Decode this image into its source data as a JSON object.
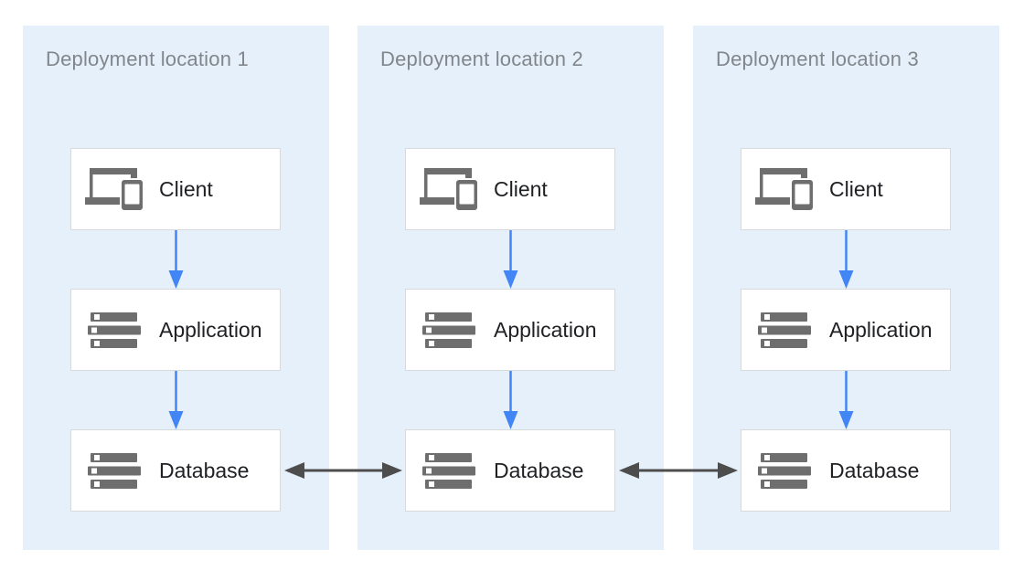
{
  "colors": {
    "page-bg": "#ffffff",
    "panel-bg": "#E6F0FA",
    "panel-title": "#80868B",
    "box-bg": "#ffffff",
    "box-border": "#D7D9DB",
    "node-label": "#202124",
    "icon-gray": "#6E6E6E",
    "arrow-blue": "#4285F4",
    "arrow-dark": "#4D4D4D"
  },
  "diagram": {
    "panels": [
      {
        "title": "Deployment location 1",
        "nodes": [
          {
            "label": "Client",
            "icon": "devices-icon"
          },
          {
            "label": "Application",
            "icon": "server-stack-icon"
          },
          {
            "label": "Database",
            "icon": "server-stack-icon"
          }
        ]
      },
      {
        "title": "Deployment location 2",
        "nodes": [
          {
            "label": "Client",
            "icon": "devices-icon"
          },
          {
            "label": "Application",
            "icon": "server-stack-icon"
          },
          {
            "label": "Database",
            "icon": "server-stack-icon"
          }
        ]
      },
      {
        "title": "Deployment location 3",
        "nodes": [
          {
            "label": "Client",
            "icon": "devices-icon"
          },
          {
            "label": "Application",
            "icon": "server-stack-icon"
          },
          {
            "label": "Database",
            "icon": "server-stack-icon"
          }
        ]
      }
    ],
    "connections": [
      {
        "panel": 1,
        "from": "Client",
        "to": "Application",
        "direction": "down",
        "style": "blue"
      },
      {
        "panel": 1,
        "from": "Application",
        "to": "Database",
        "direction": "down",
        "style": "blue"
      },
      {
        "panel": 2,
        "from": "Client",
        "to": "Application",
        "direction": "down",
        "style": "blue"
      },
      {
        "panel": 2,
        "from": "Application",
        "to": "Database",
        "direction": "down",
        "style": "blue"
      },
      {
        "panel": 3,
        "from": "Client",
        "to": "Application",
        "direction": "down",
        "style": "blue"
      },
      {
        "panel": 3,
        "from": "Application",
        "to": "Database",
        "direction": "down",
        "style": "blue"
      },
      {
        "from": "Database location 1",
        "to": "Database location 2",
        "direction": "bidirectional",
        "style": "dark"
      },
      {
        "from": "Database location 2",
        "to": "Database location 3",
        "direction": "bidirectional",
        "style": "dark"
      }
    ]
  }
}
